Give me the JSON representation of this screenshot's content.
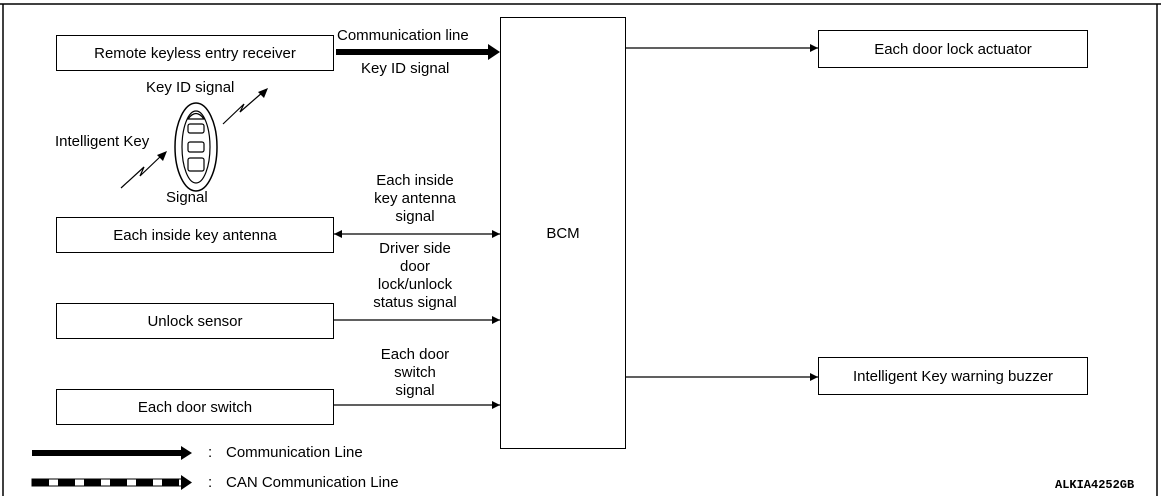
{
  "boxes": {
    "remote_receiver": "Remote keyless entry receiver",
    "inside_antenna": "Each inside key antenna",
    "unlock_sensor": "Unlock sensor",
    "door_switch": "Each door switch",
    "bcm": "BCM",
    "door_lock_actuator": "Each door lock actuator",
    "warning_buzzer": "Intelligent Key warning buzzer"
  },
  "signals": {
    "communication_line": "Communication line",
    "key_id_signal_receiver": "Key ID signal",
    "key_id_signal_key": "Key ID signal",
    "intelligent_key": "Intelligent Key",
    "signal": "Signal",
    "antenna_signal": [
      "Each inside",
      "key antenna",
      "signal"
    ],
    "unlock_status_signal": [
      "Driver side",
      "door",
      "lock/unlock",
      "status signal"
    ],
    "door_switch_signal": [
      "Each door",
      "switch",
      "signal"
    ]
  },
  "legend": {
    "separator": ":",
    "communication_line": "Communication Line",
    "can_communication_line": "CAN Communication Line"
  },
  "figure_code": "ALKIA4252GB"
}
